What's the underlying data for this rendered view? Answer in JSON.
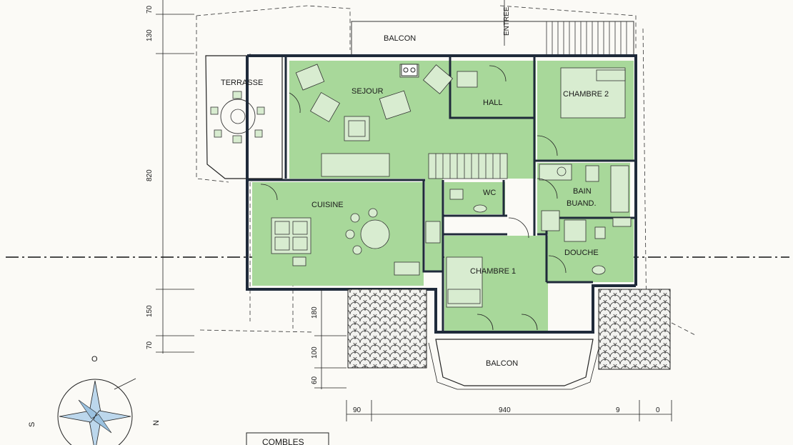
{
  "plan": {
    "rooms": {
      "terrasse": "TERRASSE",
      "sejour": "SEJOUR",
      "hall": "HALL",
      "chambre2": "CHAMBRE 2",
      "cuisine": "CUISINE",
      "wc": "WC",
      "bain_line1": "BAIN",
      "bain_line2": "BUAND.",
      "douche": "DOUCHE",
      "chambre1": "CHAMBRE 1",
      "balcon_top": "BALCON",
      "balcon_bottom": "BALCON",
      "entree": "ENTREE"
    },
    "dimensions": {
      "left_1": "70",
      "left_2": "130",
      "left_3": "820",
      "left_4": "150",
      "left_5": "70",
      "inner_1": "180",
      "inner_2": "100",
      "inner_3": "60",
      "bottom_1": "90",
      "bottom_2": "940",
      "bottom_3": "9",
      "bottom_4": "0"
    },
    "compass": {
      "north_top": "O",
      "south_left": "S",
      "north_right": "N"
    },
    "caption": "COMBLES"
  },
  "colors": {
    "room_fill": "#a8d89a",
    "wall": "#1f2a3a",
    "paper": "#fbfaf6"
  }
}
